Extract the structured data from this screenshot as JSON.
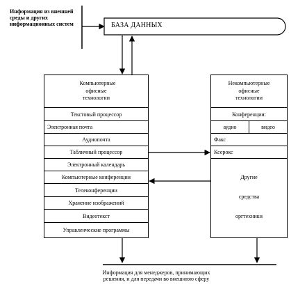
{
  "source_info": "Информация из внешней среды и других информационных систем",
  "database": "БАЗА ДАННЫХ",
  "output_info": "Информация для менеджеров, принимающих решения, и для передачи во внешнюю сферу",
  "left_box": {
    "header": [
      "Компьютерные",
      "офисные",
      "технологии"
    ],
    "items": [
      "Текстовый процессор",
      "Электронная почта",
      "Аудиопочта",
      "Табличный процессор",
      "Электронный календарь",
      "Компьютерные конференции",
      "Телеконференции",
      "Хранение изображений",
      "Видеотекст",
      "Управленческие программы"
    ]
  },
  "right_box": {
    "header": [
      "Некомпьютерные",
      "офисные",
      "технологии"
    ],
    "conferences": "Конференции:",
    "audio": "аудио",
    "video": "видео",
    "fax": "Факс",
    "copier": "Ксерокс",
    "other": [
      "Другие",
      "средства",
      "оргтехники"
    ]
  }
}
